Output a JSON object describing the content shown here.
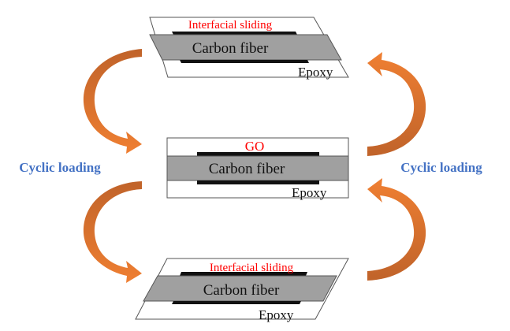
{
  "colors": {
    "fiber": "#a0a0a0",
    "go_layer": "#111111",
    "epoxy": "#ffffff",
    "outline": "#555555",
    "arrow_dark": "#c0632a",
    "arrow_light": "#ed7d31",
    "label_blue": "#4472c4",
    "label_red": "#ff0000"
  },
  "top_panel": {
    "state": "sheared-left",
    "layer_label": "Interfacial sliding",
    "fiber_label": "Carbon fiber",
    "matrix_label": "Epoxy"
  },
  "middle_panel": {
    "state": "undeformed",
    "layer_label": "GO",
    "fiber_label": "Carbon fiber",
    "matrix_label": "Epoxy"
  },
  "bottom_panel": {
    "state": "sheared-right",
    "layer_label": "Interfacial sliding",
    "fiber_label": "Carbon fiber",
    "matrix_label": "Epoxy"
  },
  "left_label": "Cyclic loading",
  "right_label": "Cyclic loading",
  "arrows": [
    {
      "id": "left-upper",
      "from": "top_panel",
      "to": "middle_panel"
    },
    {
      "id": "left-lower",
      "from": "middle_panel",
      "to": "bottom_panel"
    },
    {
      "id": "right-upper",
      "from": "middle_panel",
      "to": "top_panel"
    },
    {
      "id": "right-lower",
      "from": "bottom_panel",
      "to": "middle_panel"
    }
  ]
}
